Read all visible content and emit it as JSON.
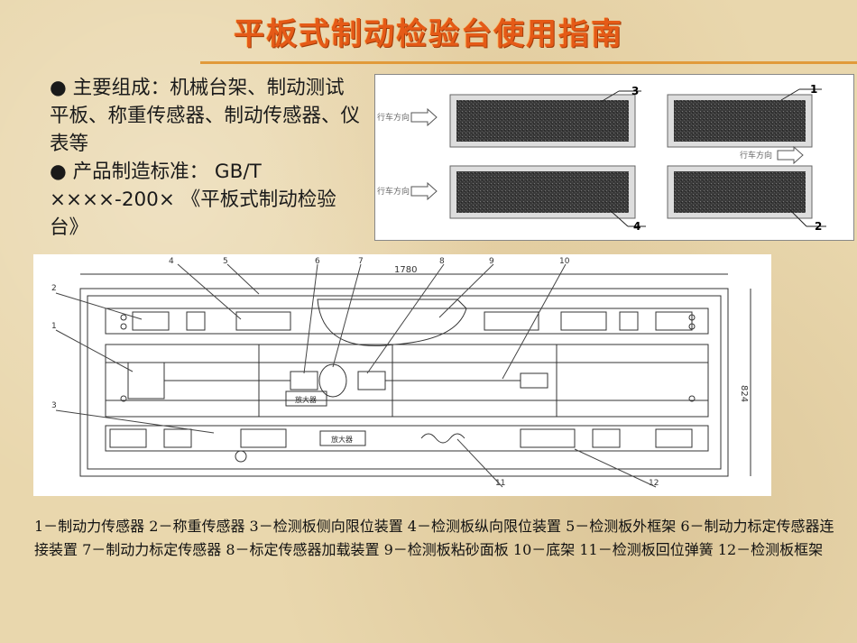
{
  "title": "平板式制动检验台使用指南",
  "bullets": [
    {
      "text": "● 主要组成：机械台架、制动测试平板、称重传感器、制动传感器、仪表等"
    },
    {
      "text": "● 产品制造标准：  GB/T ××××-200× 《平板式制动检验台》"
    }
  ],
  "photo": {
    "label_1": "1",
    "label_2": "2",
    "label_3": "3",
    "label_4": "4",
    "direction_text": "行车方向"
  },
  "drawing": {
    "dimension_width": "1780",
    "dimension_height": "824",
    "amplifier_label": "放大器",
    "callouts": [
      "1",
      "2",
      "3",
      "4",
      "5",
      "6",
      "7",
      "8",
      "9",
      "10",
      "11",
      "12"
    ]
  },
  "caption": "1－制动力传感器 2－称重传感器 3－检测板侧向限位装置 4－检测板纵向限位装置 5－检测板外框架 6－制动力标定传感器连接装置 7－制动力标定传感器 8－标定传感器加载装置 9－检测板粘砂面板 10－底架 11－检测板回位弹簧 12－检测板框架"
}
